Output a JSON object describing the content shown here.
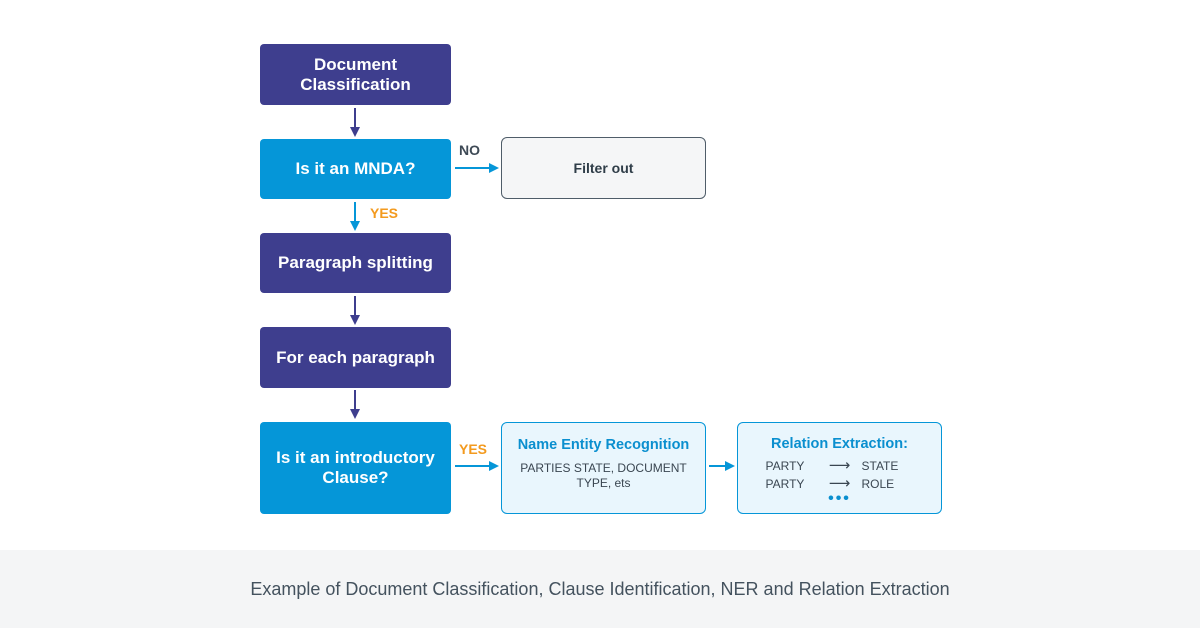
{
  "nodes": {
    "doc_classification": "Document Classification",
    "is_mnda": "Is it an MNDA?",
    "filter_out": "Filter out",
    "paragraph_splitting": "Paragraph splitting",
    "for_each_paragraph": "For each paragraph",
    "is_intro_clause": "Is it an introductory Clause?",
    "ner": {
      "title": "Name Entity  Recognition",
      "body": "PARTIES STATE, DOCUMENT TYPE,  ets"
    },
    "relation_extraction": {
      "title": "Relation Extraction:",
      "rows": [
        {
          "left": "PARTY",
          "arrow": "⟶",
          "right": "STATE"
        },
        {
          "left": "PARTY",
          "arrow": "⟶",
          "right": "ROLE"
        }
      ],
      "more": "•••"
    }
  },
  "labels": {
    "no": "NO",
    "yes_1": "YES",
    "yes_2": "YES"
  },
  "caption": "Example of Document Classification, Clause Identification, NER and Relation Extraction",
  "colors": {
    "navy": "#3e3e8e",
    "blue": "#0596d8",
    "yes": "#f39a1e",
    "light_fill": "#e9f6fd"
  }
}
